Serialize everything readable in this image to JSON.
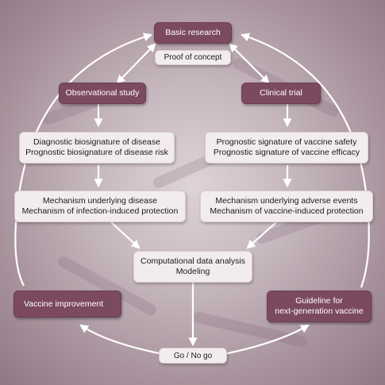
{
  "diagram": {
    "basic_research": "Basic research",
    "proof_of_concept": "Proof of concept",
    "observational_study": "Observational study",
    "clinical_trial": "Clinical trial",
    "left_biosignature": [
      "Diagnostic biosignature of disease",
      "Prognostic biosignature of disease risk"
    ],
    "right_signature": [
      "Prognostic signature of vaccine safety",
      "Prognostic signature of vaccine efficacy"
    ],
    "left_mechanism": [
      "Mechanism underlying disease",
      "Mechanism of infection-induced protection"
    ],
    "right_mechanism": [
      "Mechanism underlying adverse events",
      "Mechanism of vaccine-induced protection"
    ],
    "computational": [
      "Computational data analysis",
      "Modeling"
    ],
    "vaccine_improvement": "Vaccine improvement",
    "guideline": [
      "Guideline for",
      "next-generation vaccine"
    ],
    "go_no_go": "Go / No go"
  },
  "colors": {
    "dark_box": "#7c4a5f",
    "light_box": "#f3ecef",
    "arrow": "#ffffff",
    "background": "#b8a7af"
  }
}
